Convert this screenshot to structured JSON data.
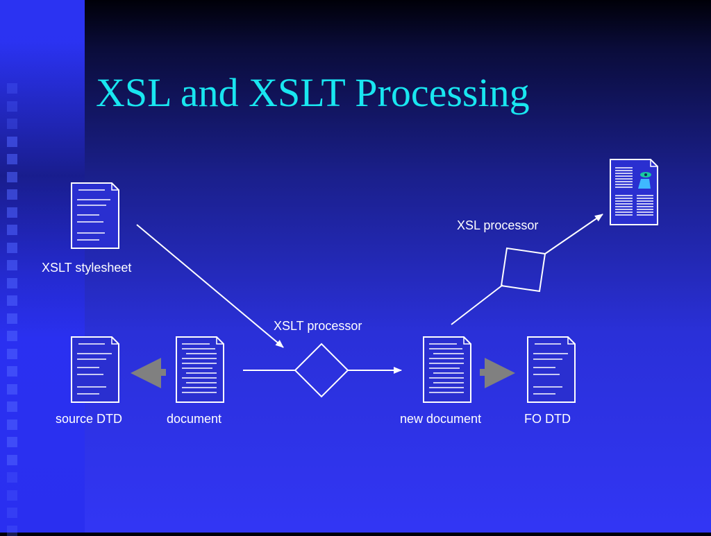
{
  "slide": {
    "title": "XSL and XSLT Processing"
  },
  "labels": {
    "xslt_stylesheet": "XSLT stylesheet",
    "xslt_processor": "XSLT processor",
    "xsl_processor": "XSL processor",
    "source_dtd": "source DTD",
    "document": "document",
    "new_document": "new document",
    "fo_dtd": "FO DTD"
  },
  "colors": {
    "title": "#19e6f0",
    "line": "#ffffff",
    "gray_arrow": "#808080",
    "icon_fill": "#2a2fd0"
  }
}
